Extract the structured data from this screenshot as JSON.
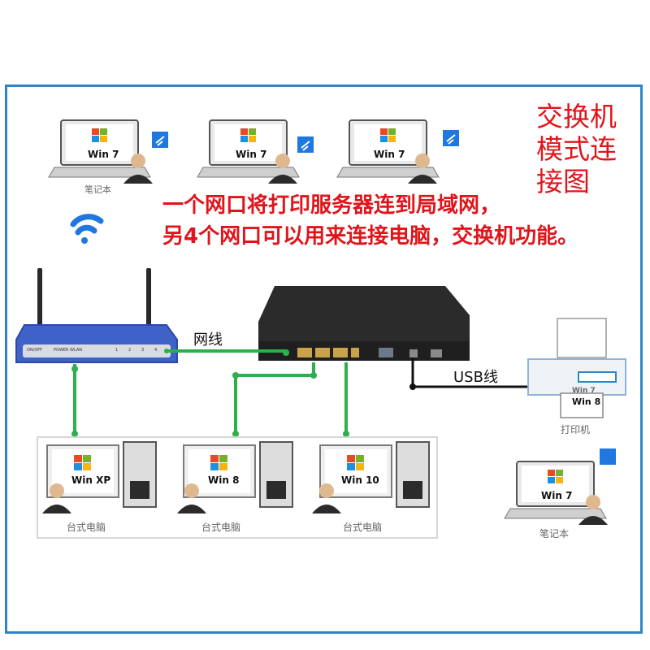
{
  "title_lines": [
    "交换机",
    "模式连",
    "接图"
  ],
  "caption_lines": [
    "一个网口将打印服务器连到局域网，",
    "另4个网口可以用来连接电脑，交换机功能。"
  ],
  "labels": {
    "network_cable": "网线",
    "usb_cable": "USB线",
    "printer": "打印机",
    "notebook": "笔记本",
    "desktop": "台式电脑"
  },
  "router_labels": [
    "ON/OFF",
    "POWER",
    "WLAN",
    "1",
    "2",
    "3",
    "4"
  ],
  "laptops_top": [
    {
      "os": "Win 7",
      "label": "笔记本"
    },
    {
      "os": "Win 7",
      "label": ""
    },
    {
      "os": "Win 7",
      "label": ""
    }
  ],
  "laptop_right": {
    "os": "Win 7",
    "label": "笔记本"
  },
  "desktops": [
    {
      "os": "Win XP",
      "label": "台式电脑"
    },
    {
      "os": "Win 8",
      "label": "台式电脑"
    },
    {
      "os": "Win 10",
      "label": "台式电脑"
    }
  ],
  "printer_doc_labels": [
    "Win 7",
    "Win 8"
  ],
  "colors": {
    "border": "#2e86c9",
    "accent_red": "#e0151b",
    "cable_green": "#2db04b",
    "router_blue": "#3f62c8",
    "wifi_blue": "#1e78e0"
  }
}
